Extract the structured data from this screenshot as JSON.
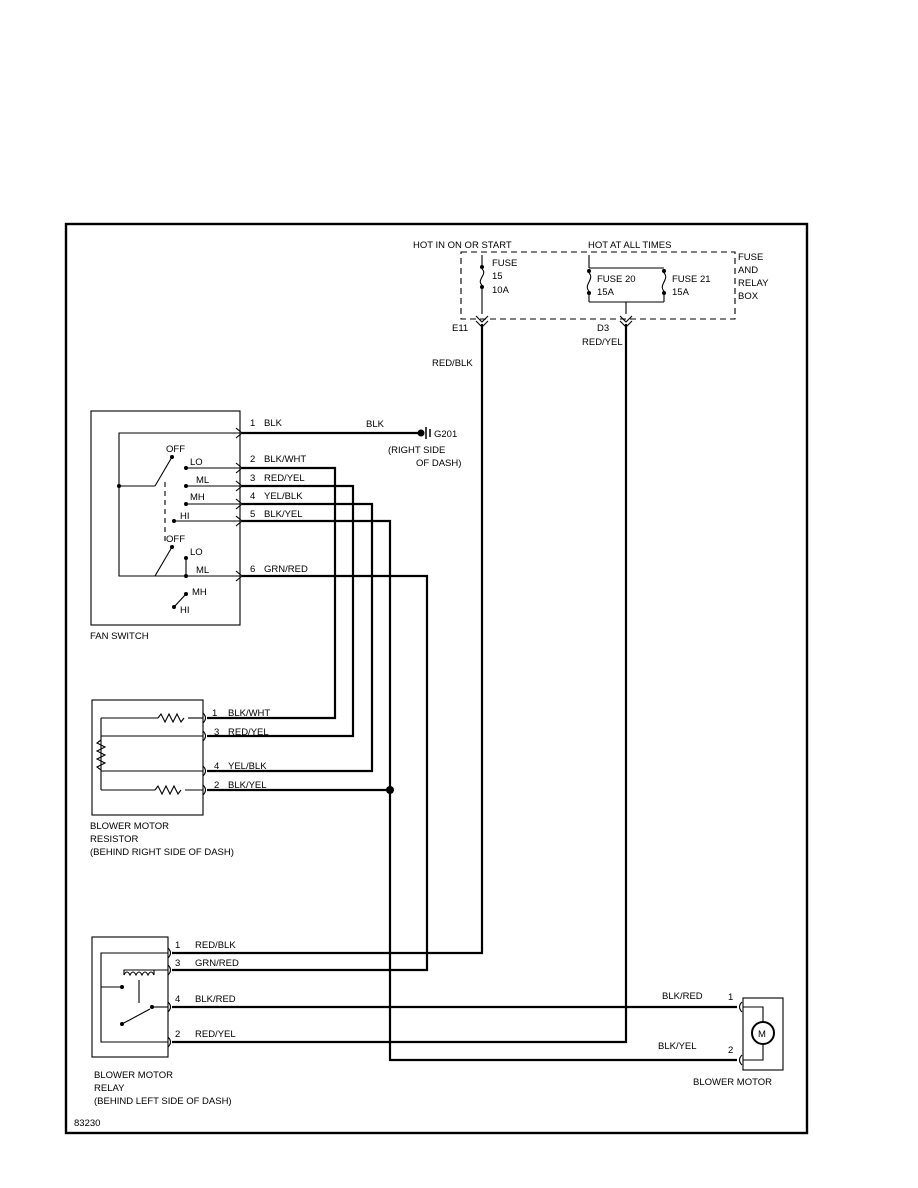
{
  "fuse_box": {
    "hot_run": "HOT IN ON OR START",
    "hot_always": "HOT AT ALL TIMES",
    "box_label": [
      "FUSE",
      "AND",
      "RELAY",
      "BOX"
    ],
    "fuse15": [
      "FUSE",
      "15",
      "10A"
    ],
    "fuse20": [
      "FUSE 20",
      "15A"
    ],
    "fuse21": [
      "FUSE 21",
      "15A"
    ],
    "conn_e11": "E11",
    "conn_d3": "D3"
  },
  "wires": {
    "red_blk": "RED/BLK",
    "red_yel": "RED/YEL",
    "blk": "BLK",
    "blk_wht": "BLK/WHT",
    "yel_blk": "YEL/BLK",
    "blk_yel": "BLK/YEL",
    "grn_red": "GRN/RED",
    "blk_red": "BLK/RED"
  },
  "ground": {
    "id": "G201",
    "location": [
      "(RIGHT SIDE",
      "OF DASH)"
    ]
  },
  "fan_switch": {
    "label": "FAN SWITCH",
    "positions": [
      "OFF",
      "LO",
      "ML",
      "MH",
      "HI"
    ],
    "pins": [
      "1",
      "2",
      "3",
      "4",
      "5",
      "6"
    ]
  },
  "resistor": {
    "label": [
      "BLOWER MOTOR",
      "RESISTOR",
      "(BEHIND RIGHT SIDE OF DASH)"
    ],
    "pins": [
      "1",
      "3",
      "4",
      "2"
    ]
  },
  "relay": {
    "label": [
      "BLOWER MOTOR",
      "RELAY",
      "(BEHIND LEFT SIDE OF DASH)"
    ],
    "pins": [
      "1",
      "3",
      "4",
      "2"
    ]
  },
  "motor": {
    "label": "BLOWER MOTOR",
    "symbol": "M",
    "pins": [
      "1",
      "2"
    ]
  },
  "figure_id": "83230"
}
